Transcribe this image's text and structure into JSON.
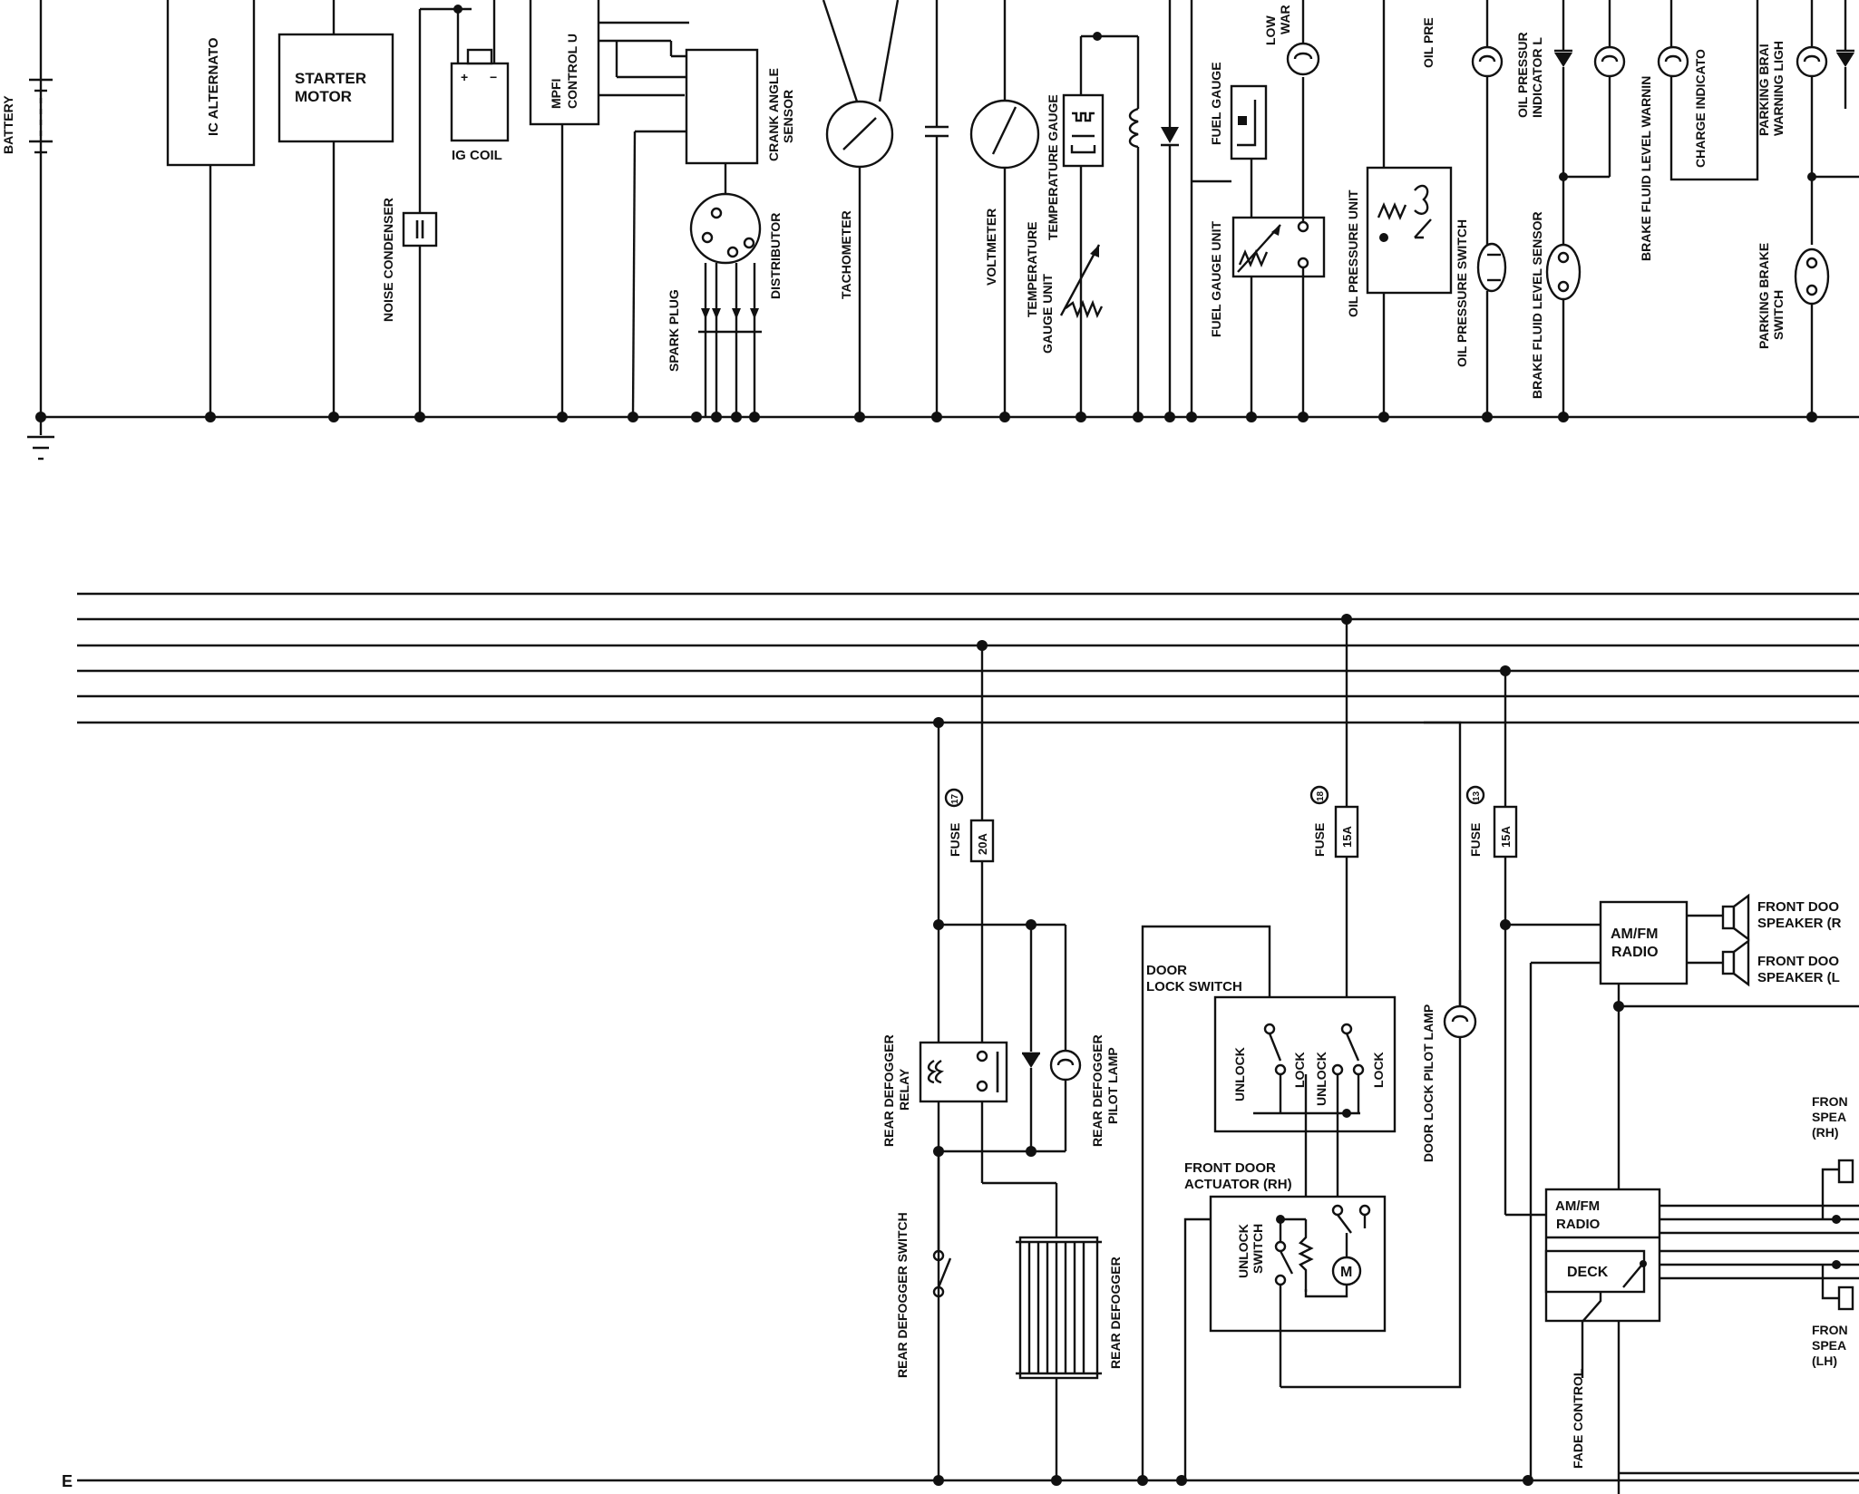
{
  "colors": {
    "ink": "#111111",
    "paper": "#ffffff"
  },
  "labels": {
    "battery": "BATTERY",
    "ic_alternator": "IC ALTERNATO",
    "starter_motor_1": "STARTER",
    "starter_motor_2": "MOTOR",
    "noise_condenser": "NOISE CONDENSER",
    "ig_coil": "IG COIL",
    "mpfi_1": "MPFI",
    "mpfi_2": "CONTROL U",
    "crank_angle_1": "CRANK ANGLE",
    "crank_angle_2": "SENSOR",
    "distributor": "DISTRIBUTOR",
    "spark_plug": "SPARK PLUG",
    "tachometer": "TACHOMETER",
    "voltmeter": "VOLTMETER",
    "temp_gauge_unit_1": "TEMPERATURE",
    "temp_gauge_unit_2": "GAUGE UNIT",
    "temperature_gauge": "TEMPERATURE GAUGE",
    "fuel_gauge": "FUEL GAUGE",
    "fuel_gauge_unit": "FUEL GAUGE UNIT",
    "low_warning_1": "LOW",
    "low_warning_2": "WAR",
    "oil_pressure_unit": "OIL PRESSURE UNIT",
    "oil_pre": "OIL PRE",
    "oil_pressure_switch": "OIL PRESSURE SWITCH",
    "oil_pressure_indicator_1": "OIL PRESSUR",
    "oil_pressure_indicator_2": "INDICATOR L",
    "brake_fluid_level_sensor": "BRAKE FLUID LEVEL SENSOR",
    "brake_fluid_level_warning": "BRAKE FLUID LEVEL WARNIN",
    "charge_indicator": "CHARGE INDICATO",
    "parking_brake_warning_1": "PARKING BRAI",
    "parking_brake_warning_2": "WARNING LIGH",
    "parking_brake_switch_1": "PARKING BRAKE",
    "parking_brake_switch_2": "SWITCH",
    "fuse": "FUSE",
    "fuse17_num": "17",
    "fuse17_amp": "20A",
    "fuse18_num": "18",
    "fuse18_amp": "15A",
    "fuse13_num": "13",
    "fuse13_amp": "15A",
    "rear_defogger_relay_1": "REAR DEFOGGER",
    "rear_defogger_relay_2": "RELAY",
    "rear_defogger_pilot_1": "REAR DEFOGGER",
    "rear_defogger_pilot_2": "PILOT LAMP",
    "rear_defogger_switch": "REAR DEFOGGER SWITCH",
    "rear_defogger": "REAR DEFOGGER",
    "door_lock_switch_1": "DOOR",
    "door_lock_switch_2": "LOCK SWITCH",
    "unlock": "UNLOCK",
    "lock": "LOCK",
    "front_door_actuator_1": "FRONT DOOR",
    "front_door_actuator_2": "ACTUATOR (RH)",
    "unlock_switch_1": "UNLOCK",
    "unlock_switch_2": "SWITCH",
    "motor_m": "M",
    "door_lock_pilot_lamp": "DOOR LOCK PILOT LAMP",
    "amfm_1": "AM/FM",
    "amfm_2": "RADIO",
    "deck": "DECK",
    "fade_control": "FADE CONTROL",
    "front_door_speaker_r_1": "FRONT DOO",
    "front_door_speaker_r_2": "SPEAKER (R",
    "front_door_speaker_l_1": "FRONT DOO",
    "front_door_speaker_l_2": "SPEAKER (L",
    "front_speaker_rh_1": "FRON",
    "front_speaker_rh_2": "SPEA",
    "front_speaker_rh_3": "(RH)",
    "front_speaker_lh_1": "FRON",
    "front_speaker_lh_2": "SPEA",
    "front_speaker_lh_3": "(LH)",
    "ground_e": "E",
    "plus": "+",
    "minus": "−"
  }
}
